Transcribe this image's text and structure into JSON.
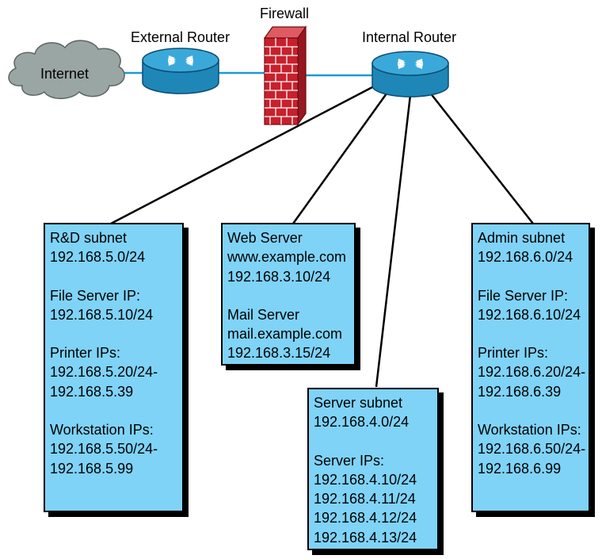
{
  "nodes": {
    "internet": "Internet",
    "external_router": "External Router",
    "firewall": "Firewall",
    "internal_router": "Internal Router"
  },
  "boxes": {
    "rd": {
      "lines": [
        [
          "R&D subnet",
          "192.168.5.0/24"
        ],
        [
          "File Server IP:",
          "192.168.5.10/24"
        ],
        [
          "Printer IPs:",
          "192.168.5.20/24-",
          "192.168.5.39"
        ],
        [
          "Workstation IPs:",
          "192.168.5.50/24-",
          "192.168.5.99"
        ]
      ]
    },
    "web": {
      "lines": [
        [
          "Web Server",
          "www.example.com",
          "192.168.3.10/24"
        ],
        [
          "Mail Server",
          "mail.example.com",
          "192.168.3.15/24"
        ]
      ]
    },
    "server": {
      "lines": [
        [
          "Server subnet",
          "192.168.4.0/24"
        ],
        [
          "Server IPs:",
          "192.168.4.10/24",
          "192.168.4.11/24",
          "192.168.4.12/24",
          "192.168.4.13/24"
        ]
      ]
    },
    "admin": {
      "lines": [
        [
          "Admin subnet",
          "192.168.6.0/24"
        ],
        [
          "File Server IP:",
          "192.168.6.10/24"
        ],
        [
          "Printer IPs:",
          "192.168.6.20/24-",
          "192.168.6.39"
        ],
        [
          "Workstation IPs:",
          "192.168.6.50/24-",
          "192.168.6.99"
        ]
      ]
    }
  },
  "colors": {
    "cloud": "#9aa6a4",
    "router_top": "#3aa9d9",
    "router_side": "#1f86b8",
    "firewall": "#c8202c",
    "box_fill": "#7fd3f7",
    "link": "#1a9ad6"
  }
}
